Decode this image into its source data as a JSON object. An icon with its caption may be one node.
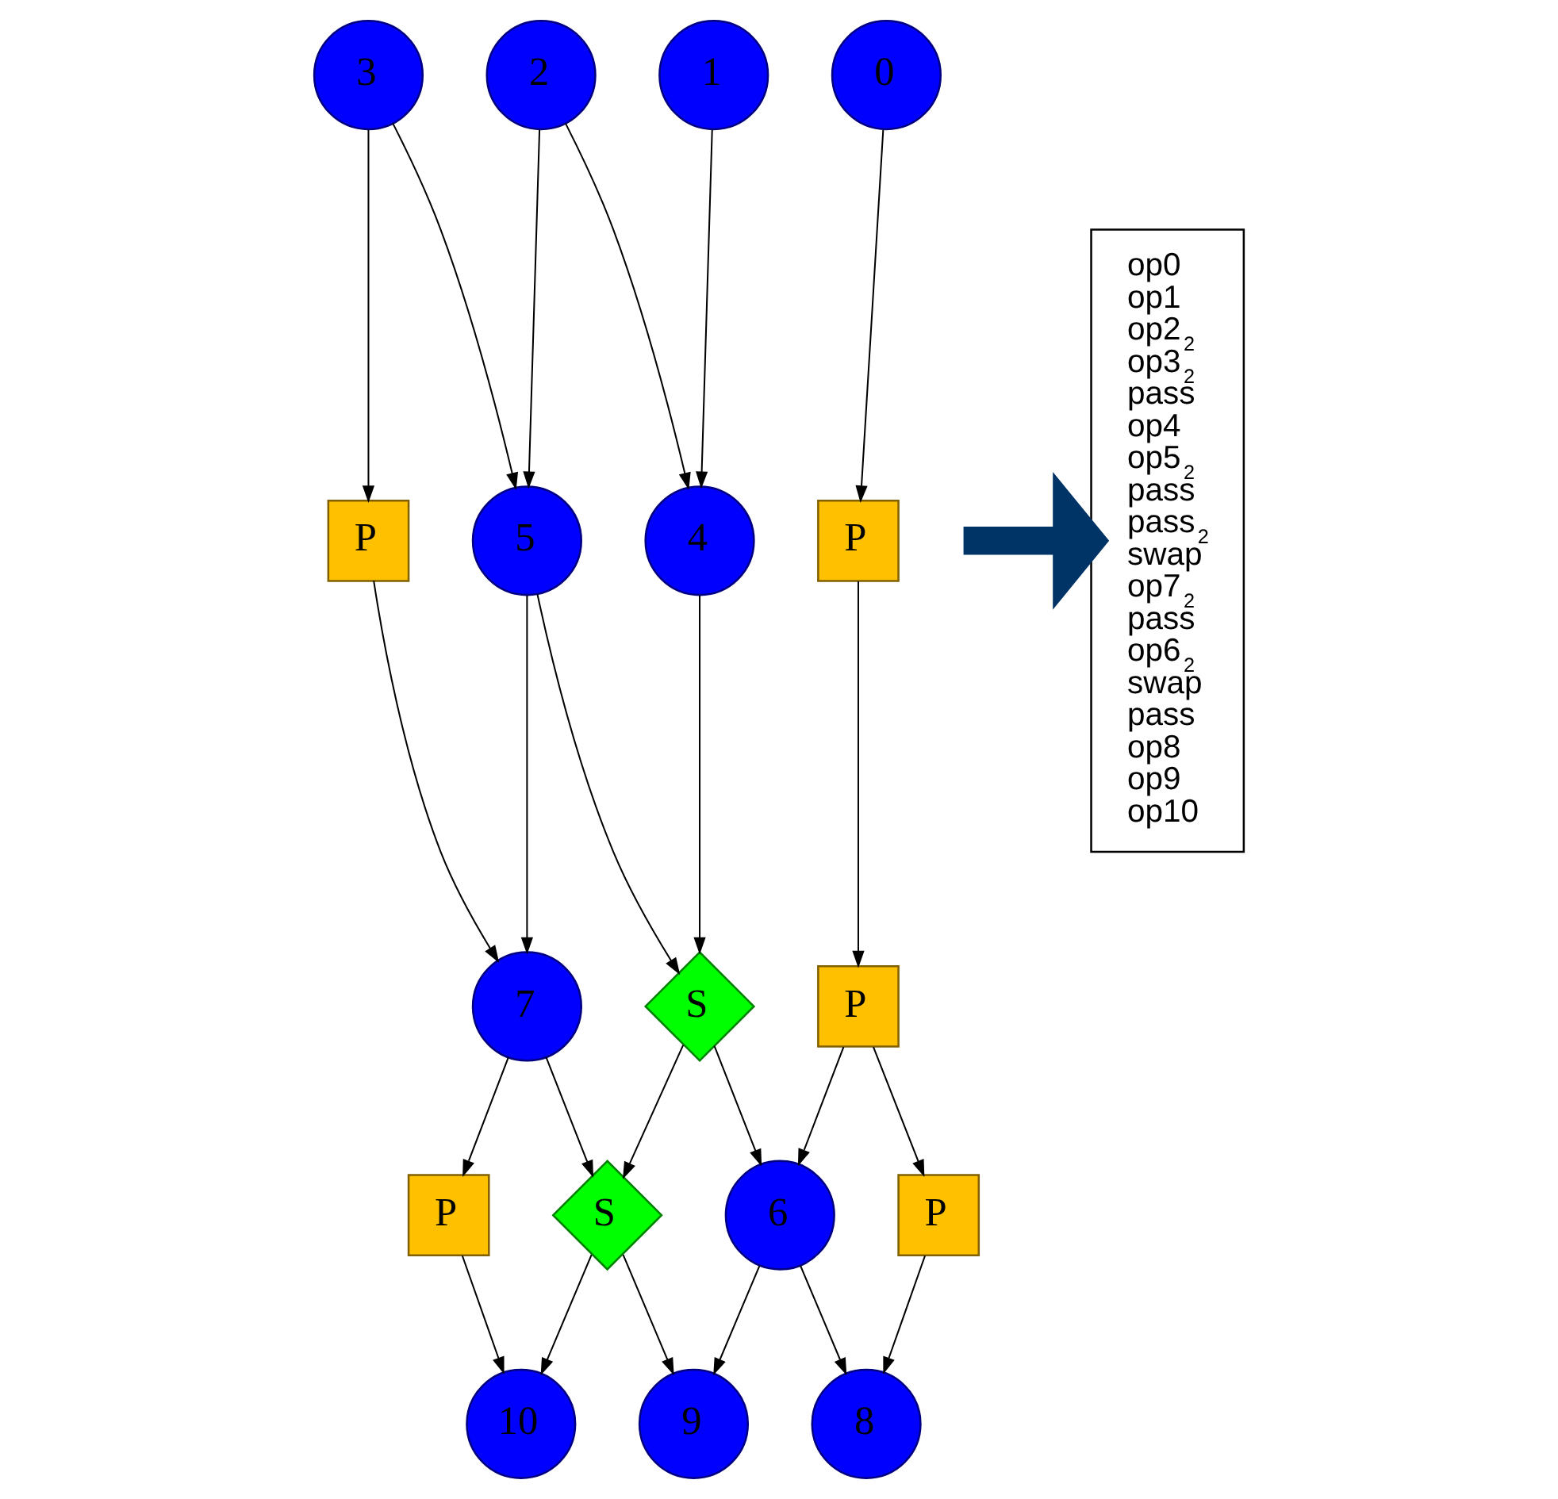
{
  "diagram": {
    "nodes": [
      {
        "text": [
          "3"
        ]
      },
      {
        "text": [
          "2"
        ]
      },
      {
        "text": [
          "1"
        ]
      },
      {
        "text": [
          "0"
        ]
      },
      {
        "text": [
          "P"
        ]
      },
      {
        "text": [
          "5"
        ]
      },
      {
        "text": [
          "4"
        ]
      },
      {
        "text": [
          "P"
        ]
      },
      {
        "text": [
          "7"
        ]
      },
      {
        "text": [
          "S"
        ]
      },
      {
        "text": [
          "P"
        ]
      },
      {
        "text": [
          "P"
        ]
      },
      {
        "text": [
          "S"
        ]
      },
      {
        "text": [
          "6"
        ]
      },
      {
        "text": [
          "P"
        ]
      },
      {
        "text": [
          "10"
        ]
      },
      {
        "text": [
          "9"
        ]
      },
      {
        "text": [
          "8"
        ]
      },
      {
        "text": [
          "op0",
          "op1",
          "op2$_{2}$",
          "op3$_{2}$",
          "pass",
          "op4",
          "op5$_{2}$",
          "pass",
          "pass$_{2}$",
          "swap",
          "op7$_{2}$",
          "pass",
          "op6$_{2}$",
          "swap",
          "pass",
          "op8",
          "op9",
          "op10"
        ]
      }
    ],
    "edges": [
      {
        "from": 0,
        "to": 4,
        "arrow": "to"
      },
      {
        "from": 0,
        "to": 5,
        "arrow": "to"
      },
      {
        "from": 1,
        "to": 5,
        "arrow": "to"
      },
      {
        "from": 1,
        "to": 6,
        "arrow": "to"
      },
      {
        "from": 2,
        "to": 6,
        "arrow": "to"
      },
      {
        "from": 3,
        "to": 7,
        "arrow": "to"
      },
      {
        "from": 4,
        "to": 8,
        "arrow": "to"
      },
      {
        "from": 5,
        "to": 8,
        "arrow": "to"
      },
      {
        "from": 5,
        "to": 9,
        "arrow": "to"
      },
      {
        "from": 6,
        "to": 9,
        "arrow": "to"
      },
      {
        "from": 7,
        "to": 10,
        "arrow": "to"
      },
      {
        "from": 8,
        "to": 11,
        "arrow": "to"
      },
      {
        "from": 8,
        "to": 12,
        "arrow": "to"
      },
      {
        "from": 9,
        "to": 12,
        "arrow": "to"
      },
      {
        "from": 9,
        "to": 13,
        "arrow": "to"
      },
      {
        "from": 10,
        "to": 13,
        "arrow": "to"
      },
      {
        "from": 10,
        "to": 14,
        "arrow": "to"
      },
      {
        "from": 11,
        "to": 15,
        "arrow": "to"
      },
      {
        "from": 12,
        "to": 15,
        "arrow": "to"
      },
      {
        "from": 12,
        "to": 16,
        "arrow": "to"
      },
      {
        "from": 13,
        "to": 16,
        "arrow": "to"
      },
      {
        "from": 13,
        "to": 17,
        "arrow": "to"
      },
      {
        "from": 14,
        "to": 17,
        "arrow": "to"
      },
      {
        "from": null,
        "to": 18,
        "arrow": "to",
        "style": "thick",
        "color": "#003366"
      }
    ]
  }
}
